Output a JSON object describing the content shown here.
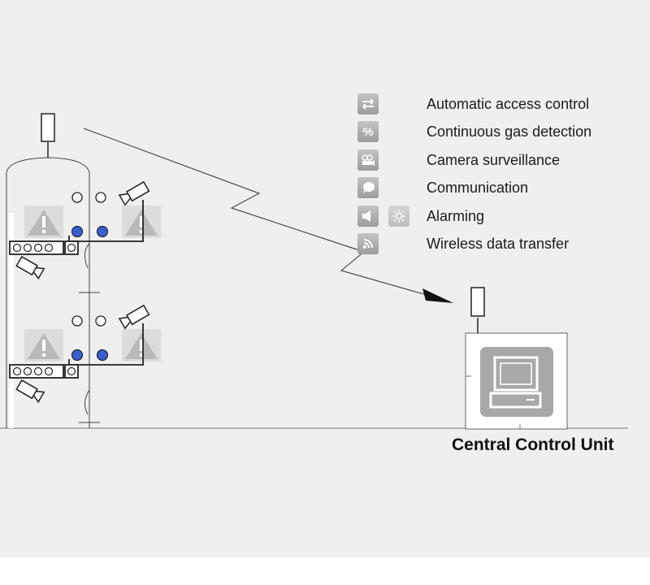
{
  "legend": {
    "items": [
      {
        "icon": "arrows-exchange-icon",
        "label": "Automatic access control"
      },
      {
        "icon": "percent-icon",
        "label": "Continuous gas detection"
      },
      {
        "icon": "camera-icon",
        "label": "Camera surveillance"
      },
      {
        "icon": "speech-bubble-icon",
        "label": "Communication"
      },
      {
        "icon": "speaker-icon",
        "label": "Alarming",
        "extra_icon": "light-icon"
      },
      {
        "icon": "wireless-icon",
        "label": "Wireless data transfer"
      }
    ]
  },
  "central_unit": {
    "label": "Central Control Unit",
    "icon": "computer-icon"
  },
  "colors": {
    "background": "#efefef",
    "line": "#1a1a1a",
    "sensor_blue": "#3a5fcd",
    "icon_gray": "#a8a8a8"
  }
}
